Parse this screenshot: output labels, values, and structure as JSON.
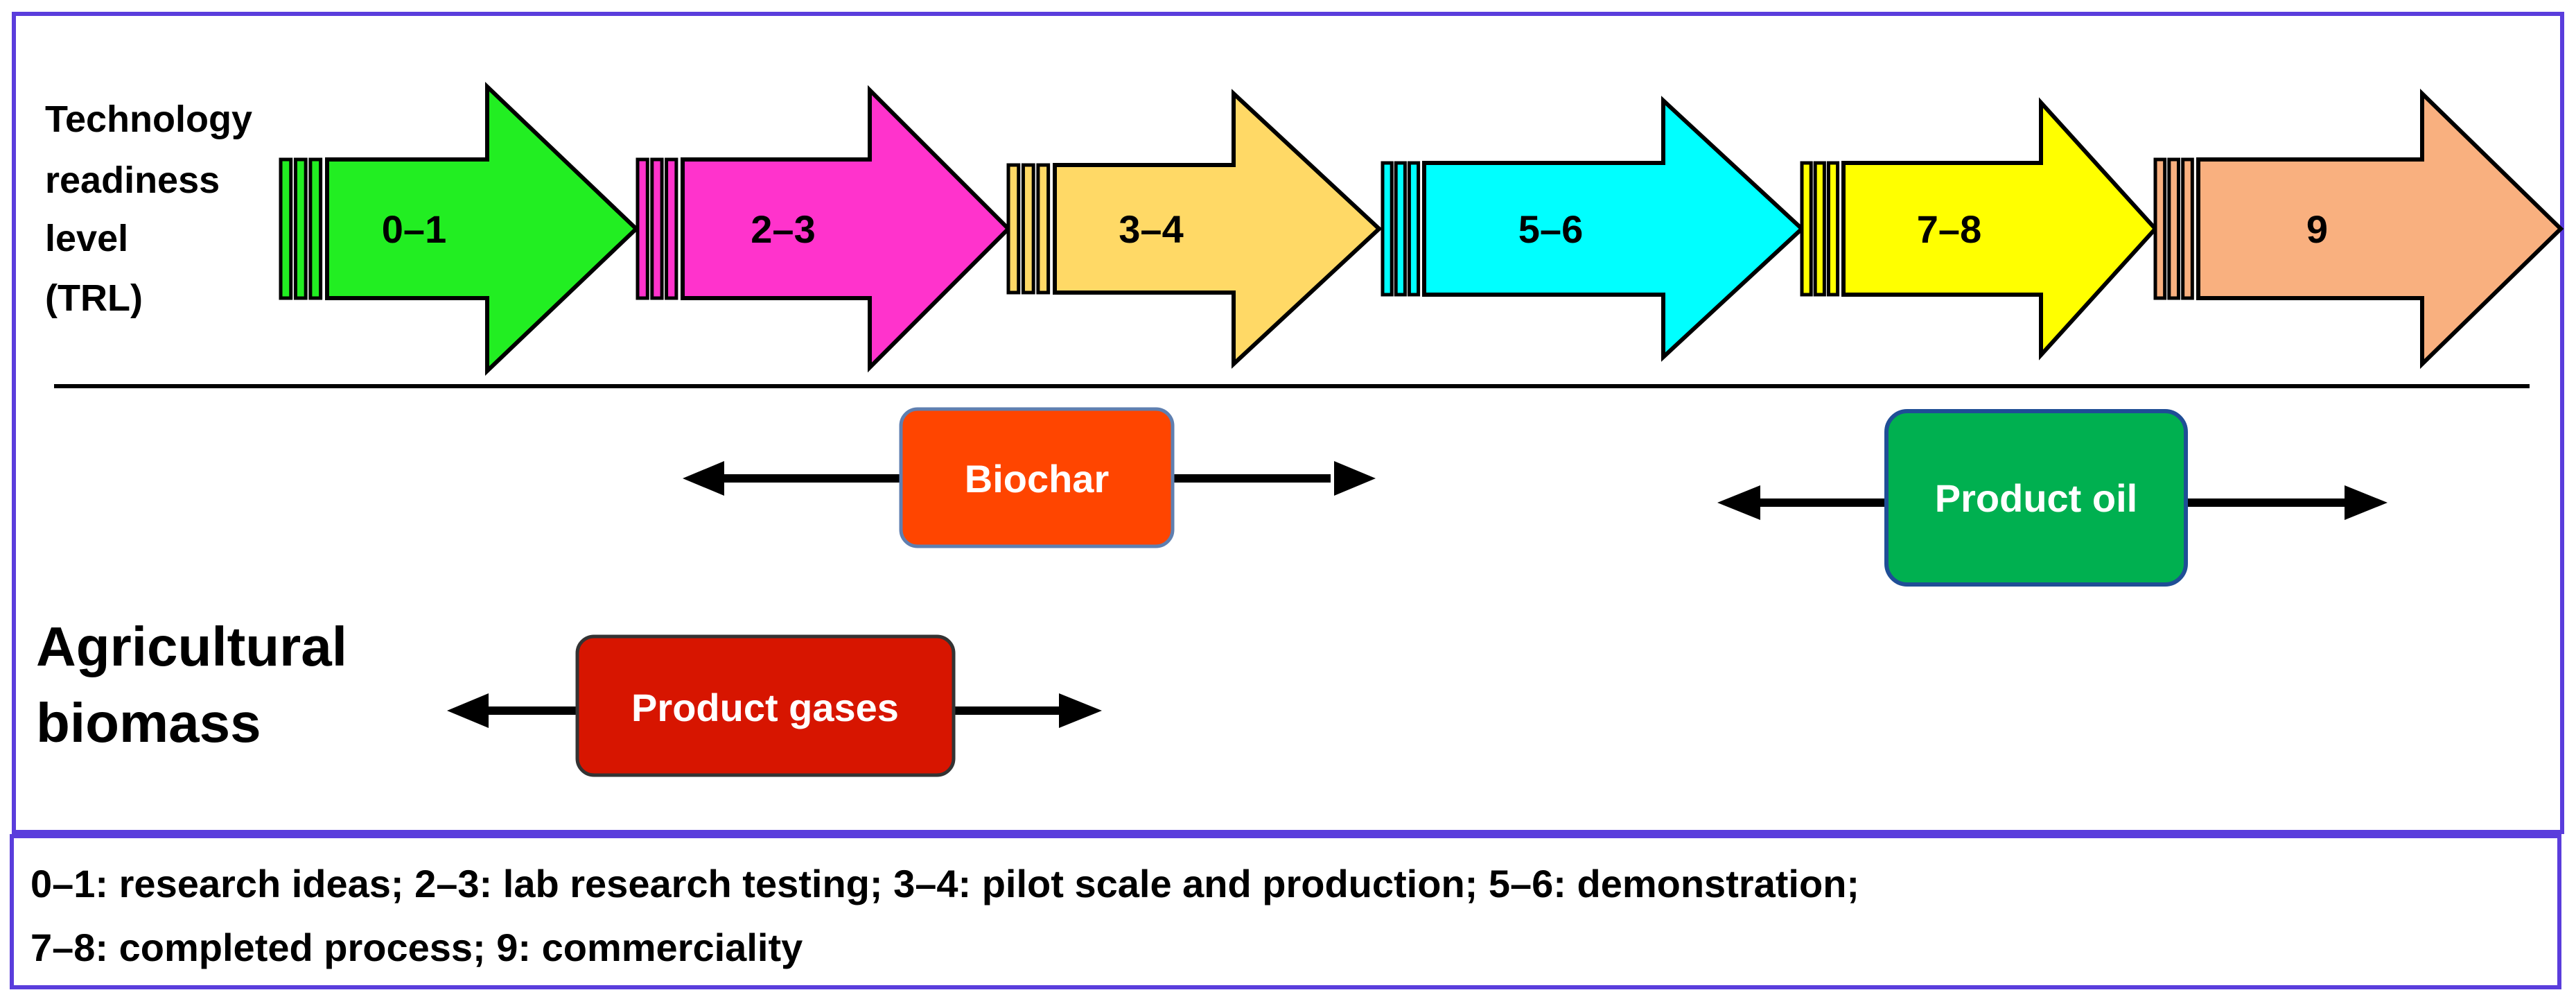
{
  "trl_label_lines": [
    "Technology",
    "readiness",
    "level",
    "(TRL)"
  ],
  "trl_arrows": [
    {
      "label": "0–1",
      "color": "#22ee22"
    },
    {
      "label": "2–3",
      "color": "#ff33cc"
    },
    {
      "label": "3–4",
      "color": "#ffd966"
    },
    {
      "label": "5–6",
      "color": "#00ffff"
    },
    {
      "label": "7–8",
      "color": "#ffff00"
    },
    {
      "label": "9",
      "color": "#f9b07f"
    }
  ],
  "feedstock_label_lines": [
    "Agricultural",
    "biomass"
  ],
  "products": {
    "biochar": {
      "label": "Biochar",
      "color": "#ff4500",
      "border": "#5f7fb0"
    },
    "product_oil": {
      "label": "Product oil",
      "color": "#00b050",
      "border": "#1f4e96"
    },
    "product_gases": {
      "label": "Product gases",
      "color": "#d71500",
      "border": "#333333"
    }
  },
  "legend_lines": [
    "0–1: research ideas; 2–3: lab research testing; 3–4: pilot scale and production; 5–6: demonstration;",
    "7–8: completed process; 9: commerciality"
  ],
  "frame_color": "#5a3ddc"
}
